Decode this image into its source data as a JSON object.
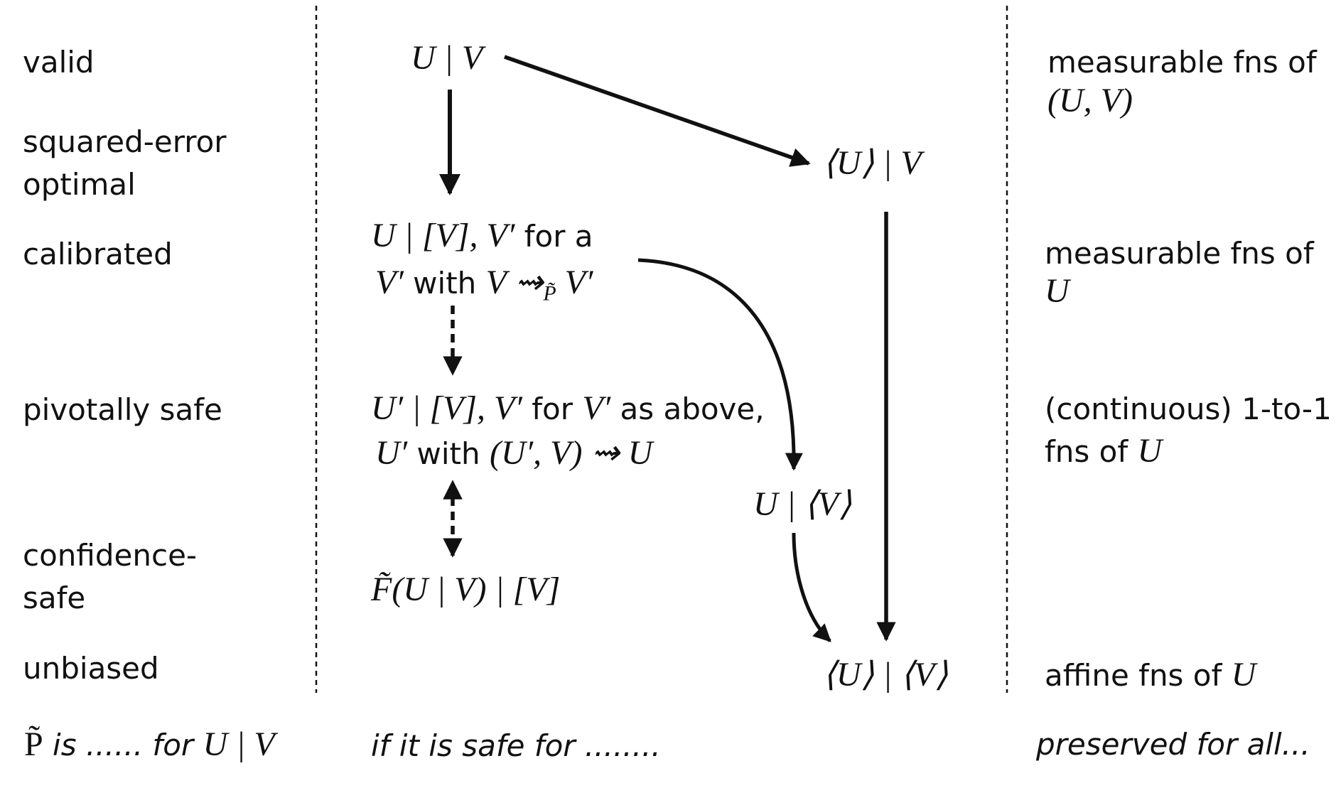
{
  "properties": {
    "valid": "valid",
    "squared_error_1": "squared-error",
    "squared_error_2": "optimal",
    "calibrated": "calibrated",
    "pivotally_safe": "pivotally safe",
    "confidence_safe_1": "confidence-",
    "confidence_safe_2": "safe",
    "unbiased": "unbiased"
  },
  "nodes": {
    "u_given_v": "U | V",
    "mean_u_given_v": "⟨U⟩ | V",
    "calibrated_line1_math": "U | [V], V′",
    "calibrated_line1_text": " for a",
    "calibrated_line2_math_a": "V′",
    "calibrated_line2_text": " with ",
    "calibrated_line2_math_b": "V ⇝",
    "calibrated_line2_sub": "P̃",
    "calibrated_line2_math_c": " V′",
    "pivot_line1_math_a": "U′ | [V], V′",
    "pivot_line1_text_a": " for ",
    "pivot_line1_math_b": "V′",
    "pivot_line1_text_b": " as above,",
    "pivot_line2_math_a": "U′",
    "pivot_line2_text": " with ",
    "pivot_line2_math_b": "(U′, V) ⇝ U",
    "u_given_mean_v": "U | ⟨V⟩",
    "conf_node": "F̃(U | V) | [V]",
    "mean_u_given_mean_v": "⟨U⟩ | ⟨V⟩"
  },
  "preserved": {
    "valid_text": "measurable fns of",
    "valid_math": "(U, V)",
    "calibrated_text": "measurable fns of",
    "calibrated_math": "U",
    "pivot_line1": "(continuous) 1-to-1",
    "pivot_line2_text": "fns of ",
    "pivot_line2_math": "U",
    "unbiased_text": "affine fns of ",
    "unbiased_math": "U"
  },
  "footer": {
    "left_math_p": "P̃",
    "left_text": "  is ...... for ",
    "left_math_uv": "U | V",
    "middle": "if it is safe for ........",
    "right": "preserved for all..."
  },
  "colors": {
    "ink": "#111111",
    "background": "#ffffff"
  }
}
